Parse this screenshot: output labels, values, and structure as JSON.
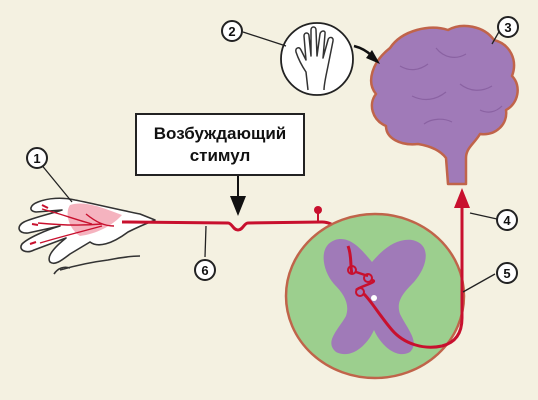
{
  "stimulus": {
    "line1": "Возбуждающий",
    "line2": "стимул"
  },
  "labels": [
    "1",
    "2",
    "3",
    "4",
    "5",
    "6"
  ],
  "colors": {
    "background": "#f4f1e1",
    "nerve": "#c8102e",
    "brain": "#a07ab8",
    "brain_outline": "#c0644a",
    "white_matter": "#9ccf8e",
    "grey_matter": "#a07ab8",
    "skin_highlight": "#f3a6b4"
  }
}
